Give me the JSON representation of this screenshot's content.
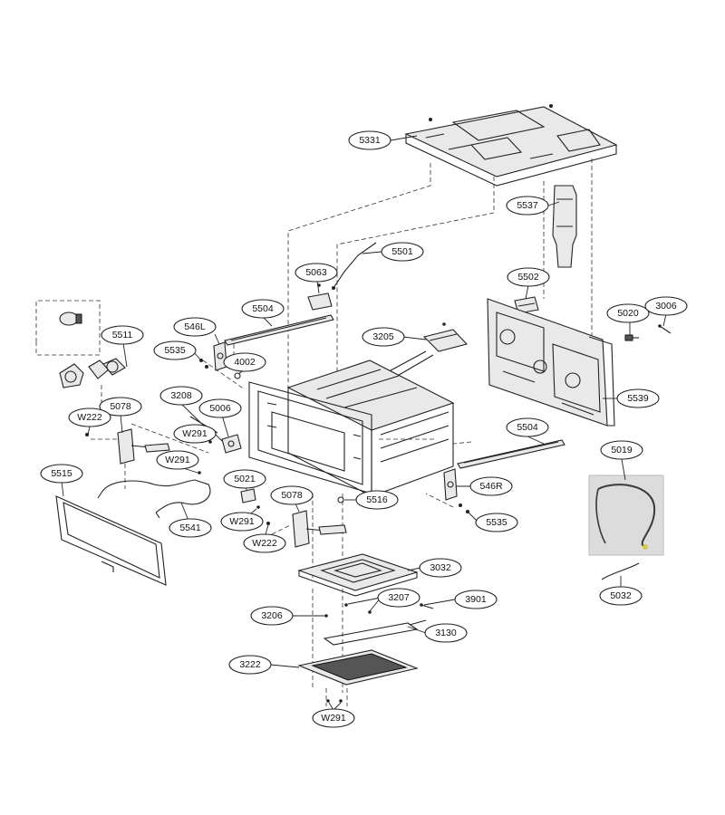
{
  "callouts": {
    "c5331": "5331",
    "c5537": "5537",
    "c5501": "5501",
    "c5063": "5063",
    "c5502": "5502",
    "c5504a": "5504",
    "c546L": "546L",
    "c5020": "5020",
    "c3006": "3006",
    "c5511": "5511",
    "c3205": "3205",
    "c5535a": "5535",
    "c4002": "4002",
    "c5539": "5539",
    "c3208": "3208",
    "c5078a": "5078",
    "c5006": "5006",
    "cW222a": "W222",
    "cW291a": "W291",
    "c5504b": "5504",
    "c5019": "5019",
    "cW291b": "W291",
    "c546R": "546R",
    "c5515": "5515",
    "c5021": "5021",
    "c5078b": "5078",
    "c5516": "5516",
    "cW291c": "W291",
    "c5535b": "5535",
    "c5541": "5541",
    "cW222b": "W222",
    "c3032": "3032",
    "c5032": "5032",
    "c3207": "3207",
    "c3901": "3901",
    "c3206": "3206",
    "c3130": "3130",
    "c3222": "3222",
    "cW291d": "W291"
  },
  "colors": {
    "stroke": "#222222",
    "photo_bg": "#dcdcdc",
    "cable": "#3a3a3a",
    "cable_tip": "#d8c94a"
  }
}
